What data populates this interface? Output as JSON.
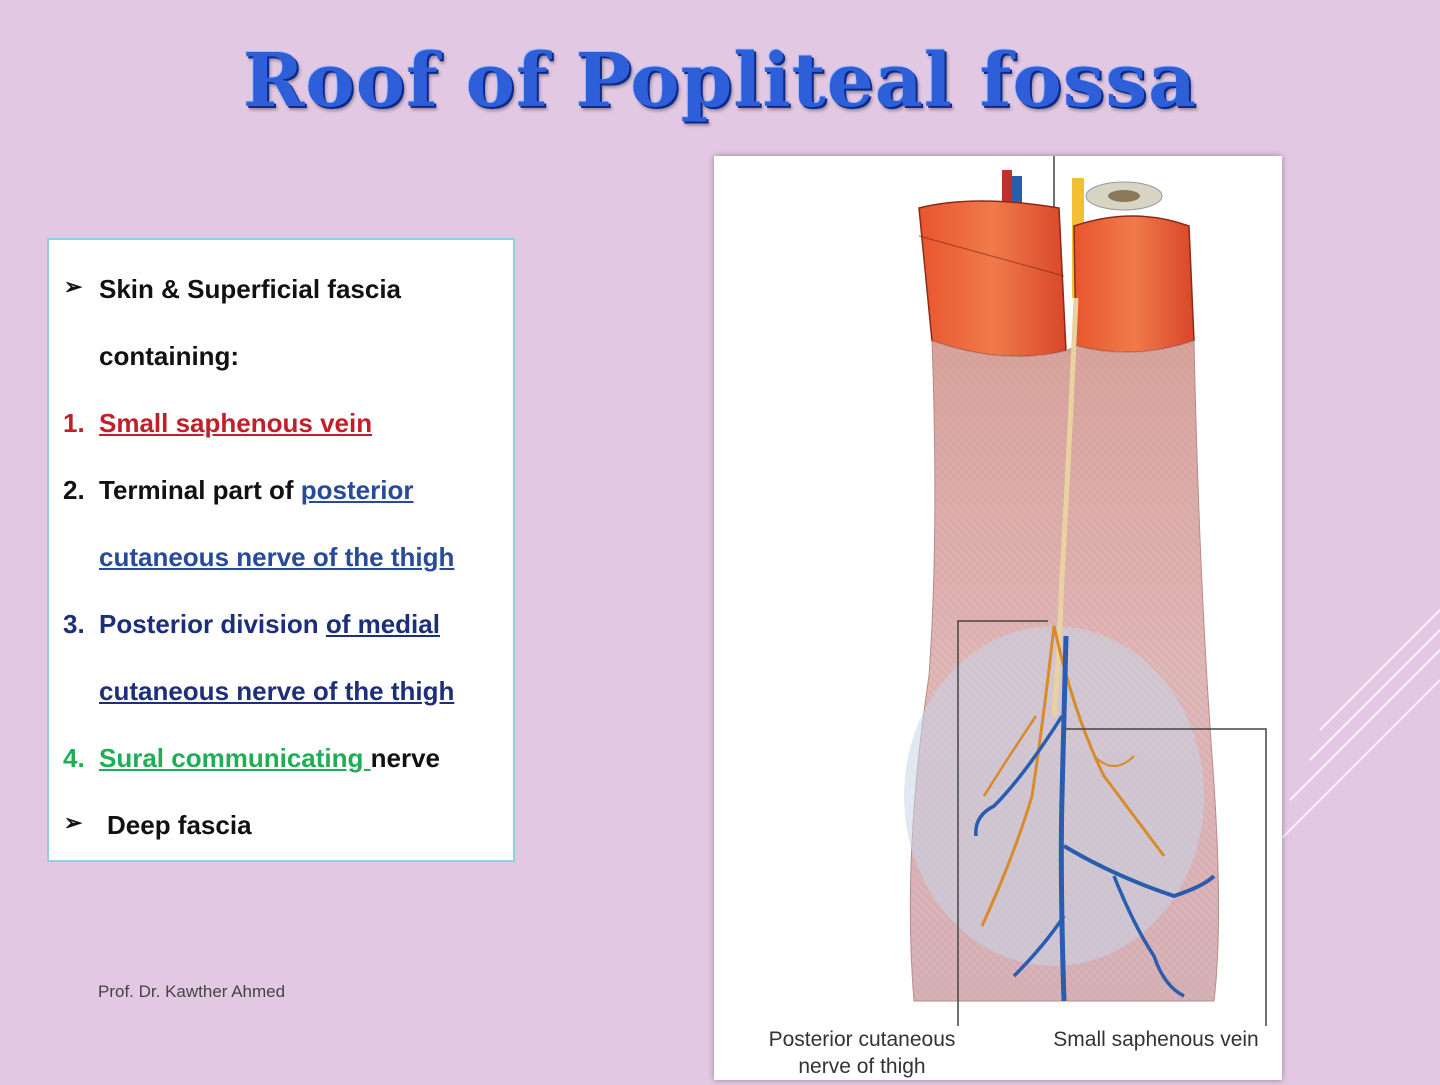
{
  "slide": {
    "title": "Roof of Popliteal fossa",
    "footer": "Prof. Dr. Kawther Ahmed"
  },
  "textbox": {
    "line1": "Skin & Superficial fascia",
    "line2": "containing:",
    "item1": {
      "num": "1.",
      "text": "Small saphenous vein"
    },
    "item2": {
      "num": "2.",
      "text_a": "Terminal part of ",
      "text_b": "posterior",
      "text_c": "cutaneous nerve of the thigh"
    },
    "item3": {
      "num": "3.",
      "text_a": "Posterior division ",
      "text_b": "of medial",
      "text_c": "cutaneous nerve of the thigh"
    },
    "item4": {
      "num": "4.",
      "text_a": "Sural communicating ",
      "text_b": "nerve"
    },
    "line_last": "Deep fascia"
  },
  "figure": {
    "caption_left_1": "Posterior cutaneous",
    "caption_left_2": "nerve of thigh",
    "caption_right": "Small saphenous vein"
  },
  "colors": {
    "background": "#e3c8e3",
    "title": "#2f5fd8",
    "red_item": "#c0202a",
    "blue_item": "#274a9a",
    "green_item": "#1fae55"
  }
}
